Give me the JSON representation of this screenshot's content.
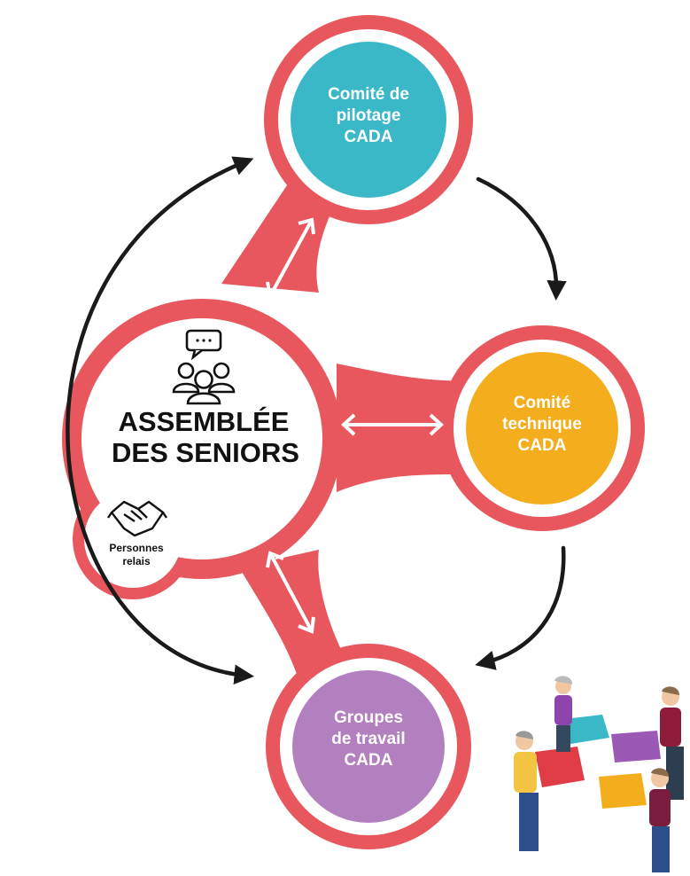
{
  "colors": {
    "network": "#e8575d",
    "pilotage": "#3ab8c8",
    "technique": "#f4ad1d",
    "travail": "#b27fbf",
    "arrow": "#1a1a1a"
  },
  "nodes": {
    "pilotage": {
      "line1": "Comité de",
      "line2": "pilotage",
      "line3": "CADA"
    },
    "technique": {
      "line1": "Comité",
      "line2": "technique",
      "line3": "CADA"
    },
    "travail": {
      "line1": "Groupes",
      "line2": "de travail",
      "line3": "CADA"
    },
    "assembly": {
      "line1": "ASSEMBLÉE",
      "line2": "DES SENIORS",
      "icon": "people-chat-icon"
    },
    "relais": {
      "line1": "Personnes",
      "line2": "relais",
      "icon": "handshake-icon"
    }
  },
  "illustration": {
    "icon": "people-puzzle-illustration"
  }
}
